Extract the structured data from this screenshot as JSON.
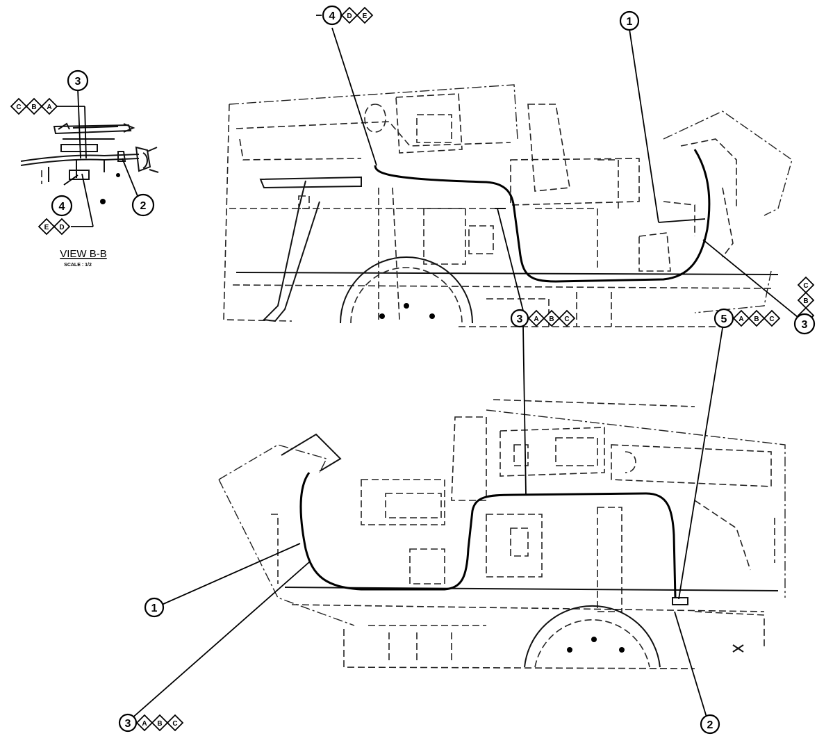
{
  "view": {
    "title": "VIEW B-B",
    "scale": "SCALE : 1/2"
  },
  "callouts": {
    "inset_3": "3",
    "inset_4": "4",
    "inset_2": "2",
    "top_1": "1",
    "top_4": "4",
    "top_3": "3",
    "mid_3": "3",
    "mid_5": "5",
    "bot_1": "1",
    "bot_3": "3",
    "bot_2": "2"
  },
  "flags": {
    "inset_cba": [
      "C",
      "B",
      "A"
    ],
    "inset_ed": [
      "E",
      "D"
    ],
    "top_de": [
      "D",
      "E"
    ],
    "right_cba": [
      "C",
      "B",
      "A"
    ],
    "mid_abc": [
      "A",
      "B",
      "C"
    ],
    "mid5_abc": [
      "A",
      "B",
      "C"
    ],
    "bot_abc": [
      "A",
      "B",
      "C"
    ]
  }
}
